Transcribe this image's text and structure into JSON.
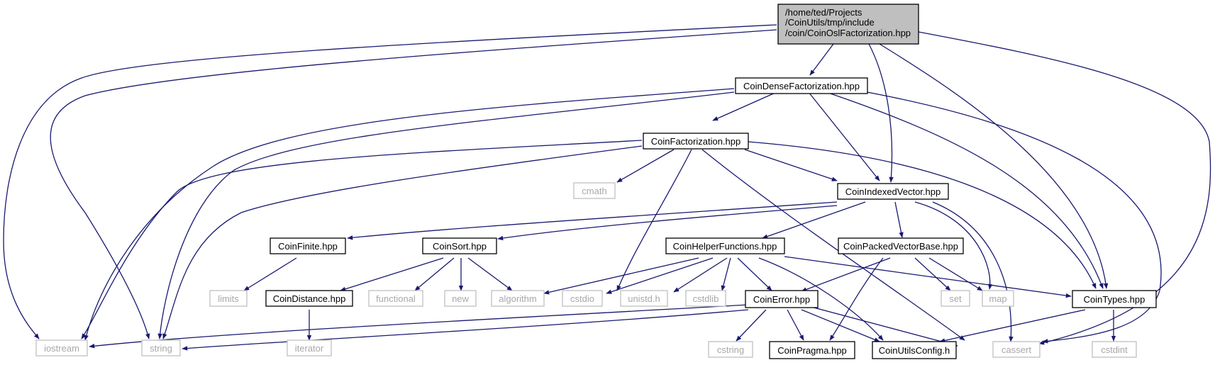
{
  "root": {
    "lines": [
      "/home/ted/Projects",
      "/CoinUtils/tmp/include",
      "/coin/CoinOslFactorization.hpp"
    ]
  },
  "nodes": {
    "dense": "CoinDenseFactorization.hpp",
    "fact": "CoinFactorization.hpp",
    "cmath": "cmath",
    "indexed": "CoinIndexedVector.hpp",
    "finite": "CoinFinite.hpp",
    "sort": "CoinSort.hpp",
    "helper": "CoinHelperFunctions.hpp",
    "packed": "CoinPackedVectorBase.hpp",
    "limits": "limits",
    "distance": "CoinDistance.hpp",
    "functional": "functional",
    "new": "new",
    "algorithm": "algorithm",
    "cstdio": "cstdio",
    "unistd": "unistd.h",
    "cstdlib": "cstdlib",
    "error": "CoinError.hpp",
    "set": "set",
    "map": "map",
    "types": "CoinTypes.hpp",
    "iostream": "iostream",
    "string": "string",
    "iterator": "iterator",
    "cstring": "cstring",
    "pragma": "CoinPragma.hpp",
    "config": "CoinUtilsConfig.h",
    "cassert": "cassert",
    "cstdint": "cstdint"
  },
  "colors": {
    "edge": "#191970",
    "root_fill": "#bfbfbf",
    "external_border": "#bfbfbf",
    "external_text": "#a8a8a8"
  }
}
